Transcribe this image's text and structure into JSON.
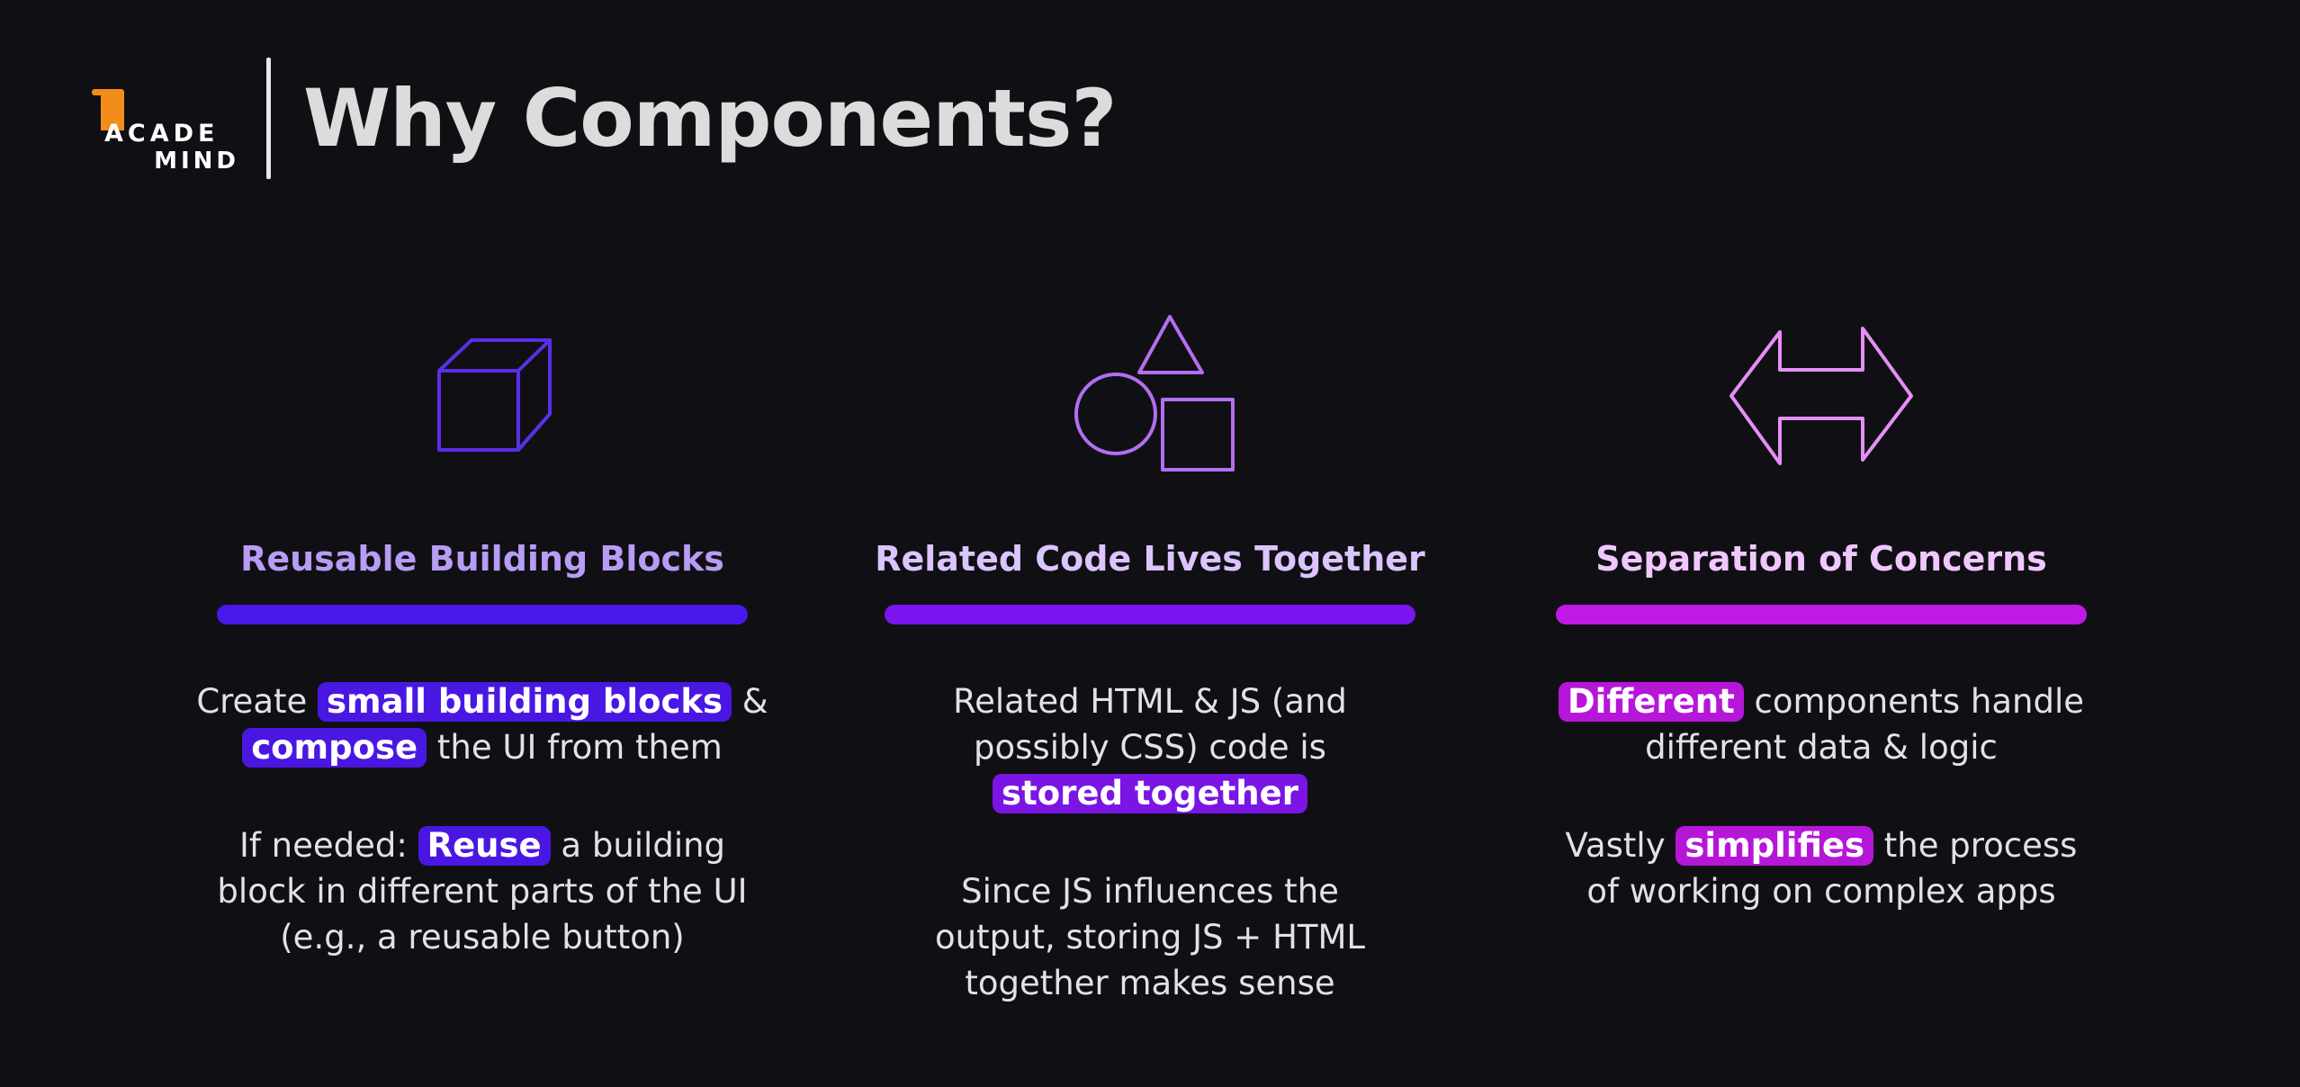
{
  "header": {
    "logo_line1": "ACADE",
    "logo_line2": "MIND",
    "title": "Why Components?"
  },
  "columns": [
    {
      "icon": "cube-icon",
      "heading": "Reusable Building Blocks",
      "p1": [
        {
          "t": "Create ",
          "hl": false
        },
        {
          "t": "small building blocks",
          "hl": true
        },
        {
          "t": " & ",
          "hl": false
        },
        {
          "t": "compose",
          "hl": true
        },
        {
          "t": " the UI from them",
          "hl": false
        }
      ],
      "p2": [
        {
          "t": "If needed: ",
          "hl": false
        },
        {
          "t": "Reuse",
          "hl": true
        },
        {
          "t": " a building block in different parts of the UI (e.g., a reusable button)",
          "hl": false
        }
      ]
    },
    {
      "icon": "shapes-icon",
      "heading": "Related Code Lives Together",
      "p1": [
        {
          "t": "Related HTML & JS (and possibly CSS) code is ",
          "hl": false
        },
        {
          "t": "stored together",
          "hl": true
        }
      ],
      "p2": [
        {
          "t": "Since JS influences the output, storing JS + HTML together makes sense",
          "hl": false
        }
      ]
    },
    {
      "icon": "double-arrow-icon",
      "heading": "Separation of Concerns",
      "p1": [
        {
          "t": "Different",
          "hl": true
        },
        {
          "t": " components handle different data & logic",
          "hl": false
        }
      ],
      "p2": [
        {
          "t": "Vastly ",
          "hl": false
        },
        {
          "t": "simplifies",
          "hl": true
        },
        {
          "t": " the process of working on complex apps",
          "hl": false
        }
      ]
    }
  ],
  "colors": {
    "background": "#101014",
    "accent_blue": "#4a17ea",
    "accent_purple": "#7a15ee",
    "accent_magenta": "#c21ae6",
    "logo_orange": "#f28c1a"
  }
}
